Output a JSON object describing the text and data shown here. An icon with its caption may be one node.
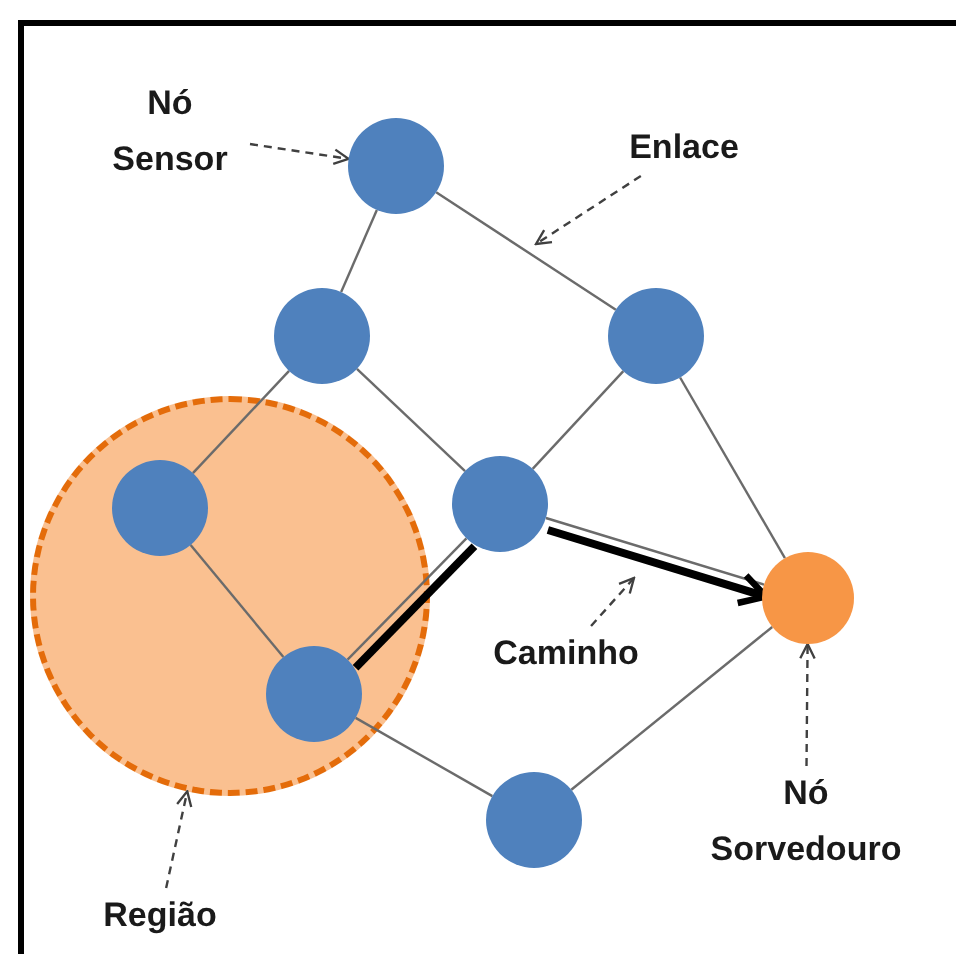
{
  "diagram": {
    "nodes": [
      {
        "text": [
          "Nó Sensor"
        ]
      },
      {
        "text": [],
        "shape": "circle"
      },
      {
        "text": [
          "Enlace"
        ]
      },
      {
        "text": [],
        "shape": "circle"
      },
      {
        "text": [],
        "shape": "circle"
      },
      {
        "text": [],
        "shape": "circle"
      },
      {
        "text": [],
        "shape": "circle",
        "in": 5
      },
      {
        "text": [],
        "shape": "circle"
      },
      {
        "text": [],
        "shape": "circle"
      },
      {
        "text": [],
        "shape": "circle",
        "in": 5
      },
      {
        "text": [
          "Caminho"
        ]
      },
      {
        "text": [],
        "shape": "circle"
      },
      {
        "text": [
          "Nó Sorvedouro"
        ]
      },
      {
        "text": [
          "Região"
        ]
      }
    ],
    "edges": [
      {
        "from": 0,
        "to": 1,
        "arrow": "to",
        "style": "dashed"
      },
      {
        "from": 2,
        "to": null,
        "arrow": "to",
        "style": "dashed"
      },
      {
        "from": 1,
        "to": 3,
        "arrow": "none"
      },
      {
        "from": 1,
        "to": 4,
        "arrow": "none"
      },
      {
        "from": 3,
        "to": 6,
        "arrow": "none"
      },
      {
        "from": 3,
        "to": 7,
        "arrow": "none"
      },
      {
        "from": 4,
        "to": 7,
        "arrow": "none"
      },
      {
        "from": 4,
        "to": 8,
        "arrow": "none"
      },
      {
        "from": 6,
        "to": 9,
        "arrow": "none"
      },
      {
        "from": 7,
        "to": 9,
        "arrow": "none"
      },
      {
        "from": 7,
        "to": 8,
        "arrow": "none"
      },
      {
        "from": 9,
        "to": 11,
        "arrow": "none"
      },
      {
        "from": 11,
        "to": 8,
        "arrow": "none"
      },
      {
        "from": 9,
        "to": 7,
        "arrow": "none",
        "style": "thick",
        "color": "#000000"
      },
      {
        "from": 7,
        "to": 8,
        "arrow": "to",
        "style": "thick",
        "color": "#000000"
      },
      {
        "from": 10,
        "to": null,
        "arrow": "to",
        "style": "dashed"
      },
      {
        "from": 12,
        "to": 8,
        "arrow": "to",
        "style": "dashed"
      },
      {
        "from": 13,
        "to": 5,
        "arrow": "to",
        "style": "dashed"
      }
    ]
  }
}
